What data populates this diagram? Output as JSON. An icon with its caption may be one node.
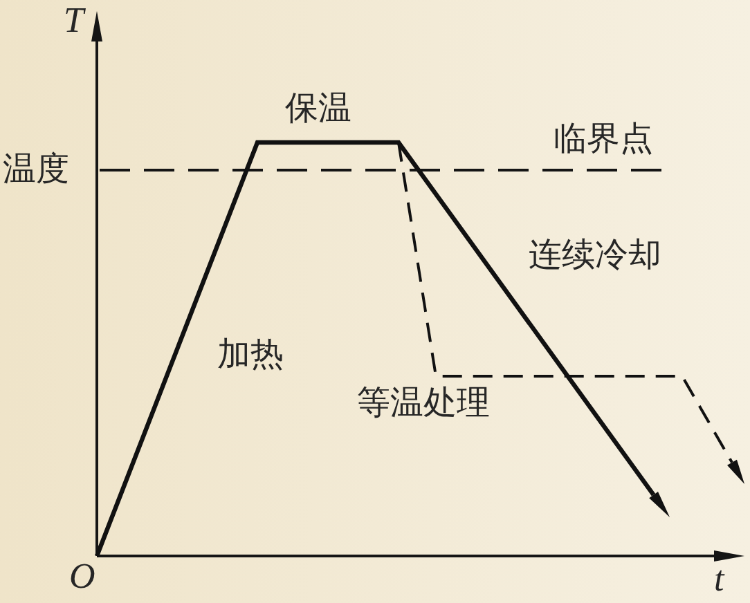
{
  "diagram": {
    "labels": [
      "T",
      "保温",
      "温度",
      "临界点",
      "连续冷却",
      "加热",
      "等温处理",
      "O",
      "t"
    ]
  }
}
